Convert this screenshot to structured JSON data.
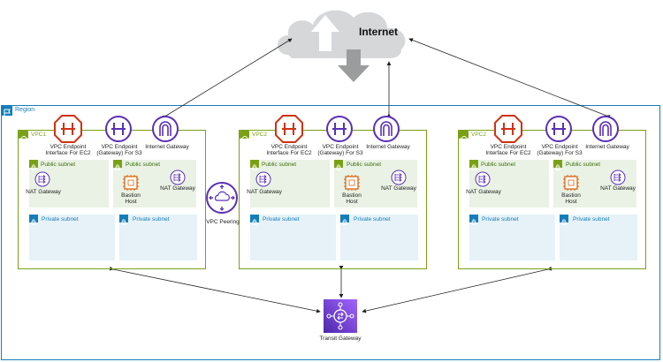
{
  "internet": {
    "label": "Internet"
  },
  "region": {
    "label": "Region"
  },
  "vpcs": [
    {
      "label": "VPC1",
      "endpoint_ec2": "VPC Endpoint\nInterface For EC2",
      "endpoint_s3": "VPC Endpoint\n(Gateway) For S3",
      "igw": "Internet Gateway",
      "public_subnet": "Public subnet",
      "private_subnet": "Private subnet",
      "nat": "NAT Gateway",
      "bastion": "Bastion\nHost"
    },
    {
      "label": "VPC2",
      "endpoint_ec2": "VPC Endpoint\nInterface For EC2",
      "endpoint_s3": "VPC Endpoint\n(Gateway) For S3",
      "igw": "Internet Gateway",
      "public_subnet": "Public subnet",
      "private_subnet": "Private subnet",
      "nat": "NAT Gateway",
      "bastion": "Bastion\nHost"
    },
    {
      "label": "VPC2",
      "endpoint_ec2": "VPC Endpoint\nInterface For EC2",
      "endpoint_s3": "VPC Endpoint\n(Gateway) For S3",
      "igw": "Internet Gateway",
      "public_subnet": "Public subnet",
      "private_subnet": "Private subnet",
      "nat": "NAT Gateway",
      "bastion": "Bastion\nHost"
    }
  ],
  "peering": {
    "label": "VPC Peering"
  },
  "transit": {
    "label": "Transit Gateway"
  },
  "colors": {
    "region": "#147eba",
    "vpc": "#7aa116",
    "endpoint_red": "#d13212",
    "endpoint_purple": "#5a30b5",
    "public": "#e9f2e4",
    "private": "#e6f2f8"
  }
}
